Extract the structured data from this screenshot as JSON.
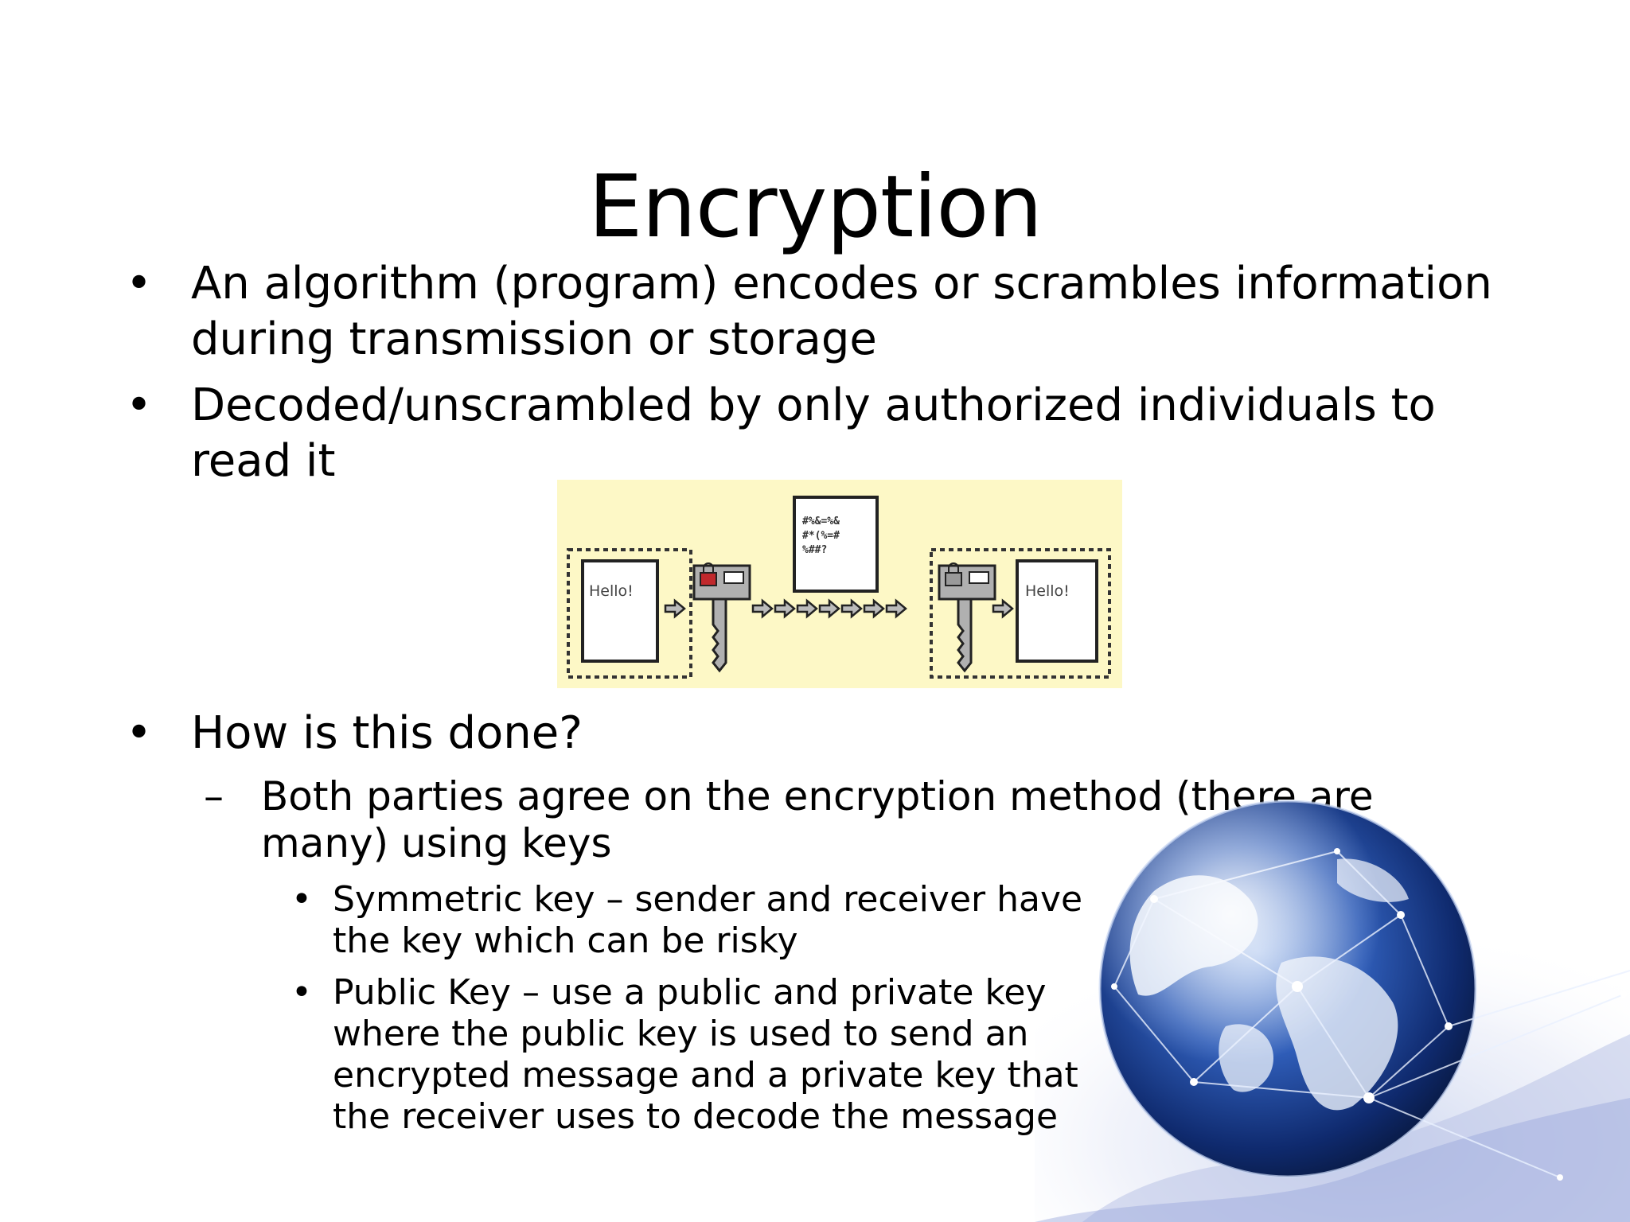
{
  "slide": {
    "title": "Encryption",
    "bullets": [
      {
        "marker": "•",
        "text": "An algorithm (program) encodes or scrambles information during transmission or storage"
      },
      {
        "marker": "•",
        "text": "Decoded/unscrambled by only authorized individuals to read it"
      },
      {
        "marker": "•",
        "text": "How is this done?"
      }
    ],
    "sub_bullet": {
      "marker": "–",
      "text": "Both parties agree on the encryption method (there are many) using keys"
    },
    "sub_sub_bullets": [
      {
        "marker": "•",
        "text": "Symmetric key – sender and receiver have the key which can be risky"
      },
      {
        "marker": "•",
        "text": "Public Key – use a public and private key where the public key is used to send an encrypted message and a private key that the receiver uses to decode the message"
      }
    ]
  },
  "diagram": {
    "plain_message_left": "Hello!",
    "cipher_text_lines": [
      "#%&=%&",
      "#*(%=#",
      "%##?"
    ],
    "plain_message_right": "Hello!",
    "background_color": "#fdf8c6"
  },
  "decoration": {
    "image": "globe-network-icon"
  }
}
